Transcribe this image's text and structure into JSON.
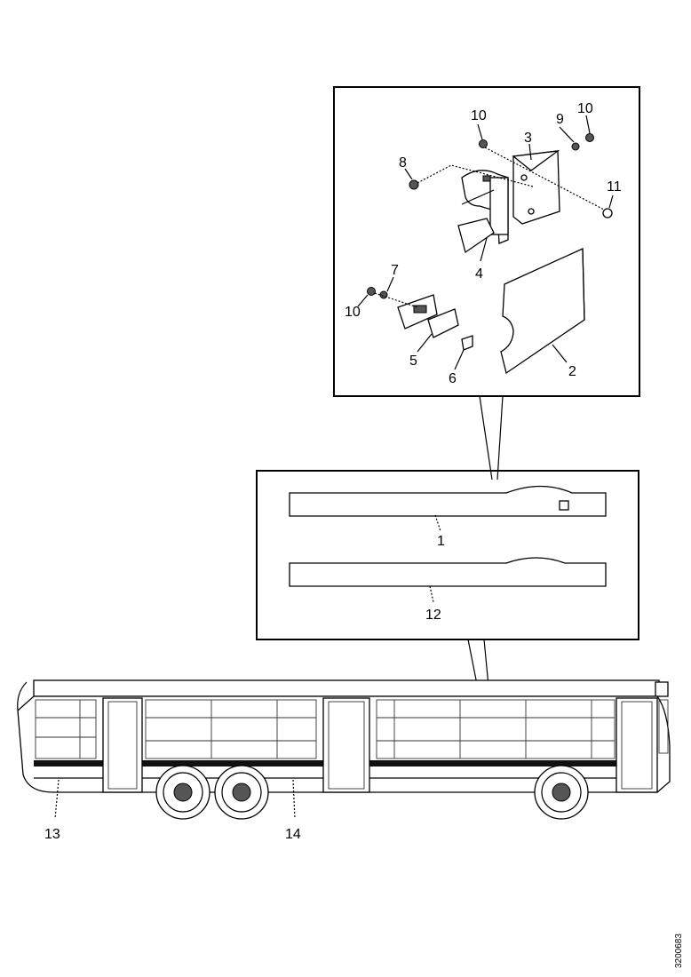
{
  "callouts": {
    "n1": "1",
    "n2": "2",
    "n3": "3",
    "n4": "4",
    "n5": "5",
    "n6": "6",
    "n7": "7",
    "n8": "8",
    "n9": "9",
    "n10a": "10",
    "n10b": "10",
    "n10c": "10",
    "n11": "11",
    "n12": "12",
    "n13": "13",
    "n14": "14"
  },
  "figure_code": "3200683"
}
